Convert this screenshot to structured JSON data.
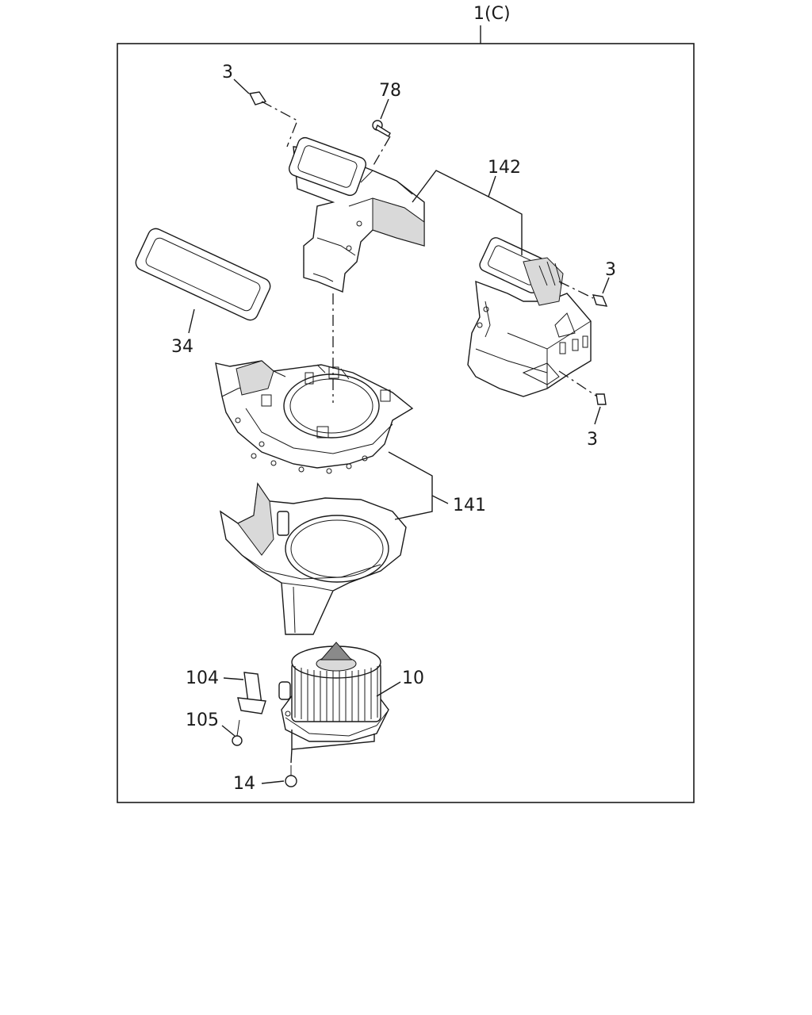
{
  "diagram": {
    "assembly_label": "1(C)",
    "callouts": {
      "c3a": "3",
      "c78": "78",
      "c142": "142",
      "c3b": "3",
      "c34": "34",
      "c3c": "3",
      "c141": "141",
      "c104": "104",
      "c10": "10",
      "c105": "105",
      "c14": "14"
    }
  }
}
